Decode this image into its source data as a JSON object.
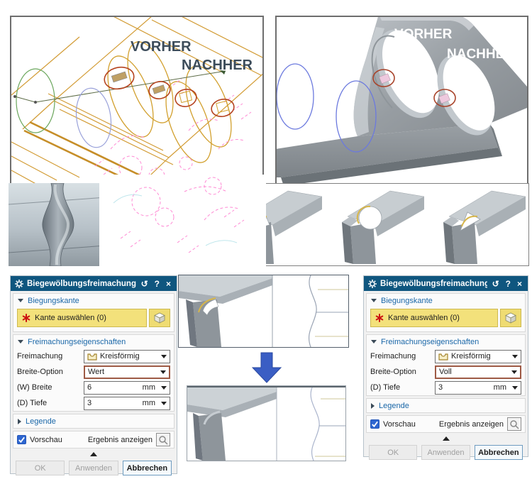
{
  "views": {
    "wireframe": {
      "label_before": "VORHER",
      "label_after": "NACHHER"
    },
    "shaded": {
      "label_before": "VORHER",
      "label_after": "NACHHER"
    }
  },
  "titlebar_icons": {
    "reset": "↺",
    "help": "?",
    "close": "×"
  },
  "dialogs": {
    "left": {
      "title": "Biegewölbungsfreimachung",
      "sections": {
        "bend_edge": "Biegungskante",
        "properties": "Freimachungseigenschaften",
        "legend": "Legende"
      },
      "select_edge_label": "Kante auswählen (0)",
      "fields": {
        "relief": {
          "label": "Freimachung",
          "value": "Kreisförmig"
        },
        "width_option": {
          "label": "Breite-Option",
          "value": "Wert"
        },
        "width": {
          "label": "(W) Breite",
          "value": "6",
          "unit": "mm"
        },
        "depth": {
          "label": "(D) Tiefe",
          "value": "3",
          "unit": "mm"
        }
      },
      "preview_label": "Vorschau",
      "show_result_label": "Ergebnis anzeigen",
      "buttons": {
        "ok": "OK",
        "apply": "Anwenden",
        "cancel": "Abbrechen"
      }
    },
    "right": {
      "title": "Biegewölbungsfreimachung",
      "sections": {
        "bend_edge": "Biegungskante",
        "properties": "Freimachungseigenschaften",
        "legend": "Legende"
      },
      "select_edge_label": "Kante auswählen (0)",
      "fields": {
        "relief": {
          "label": "Freimachung",
          "value": "Kreisförmig"
        },
        "width_option": {
          "label": "Breite-Option",
          "value": "Voll"
        },
        "depth": {
          "label": "(D) Tiefe",
          "value": "3",
          "unit": "mm"
        }
      },
      "preview_label": "Vorschau",
      "show_result_label": "Ergebnis anzeigen",
      "buttons": {
        "ok": "OK",
        "apply": "Anwenden",
        "cancel": "Abbrechen"
      }
    }
  },
  "colors": {
    "titlebar_blue": "#0f567f",
    "selection_yellow": "#f3e17b",
    "highlight_border_red": "#9e5a45",
    "checkbox_blue": "#2e66d0",
    "arrow_blue": "#3a5ec4",
    "wireframe_orange": "#d29b33",
    "marker_red": "#b5431f",
    "preview_pink": "#ff8ad4"
  }
}
